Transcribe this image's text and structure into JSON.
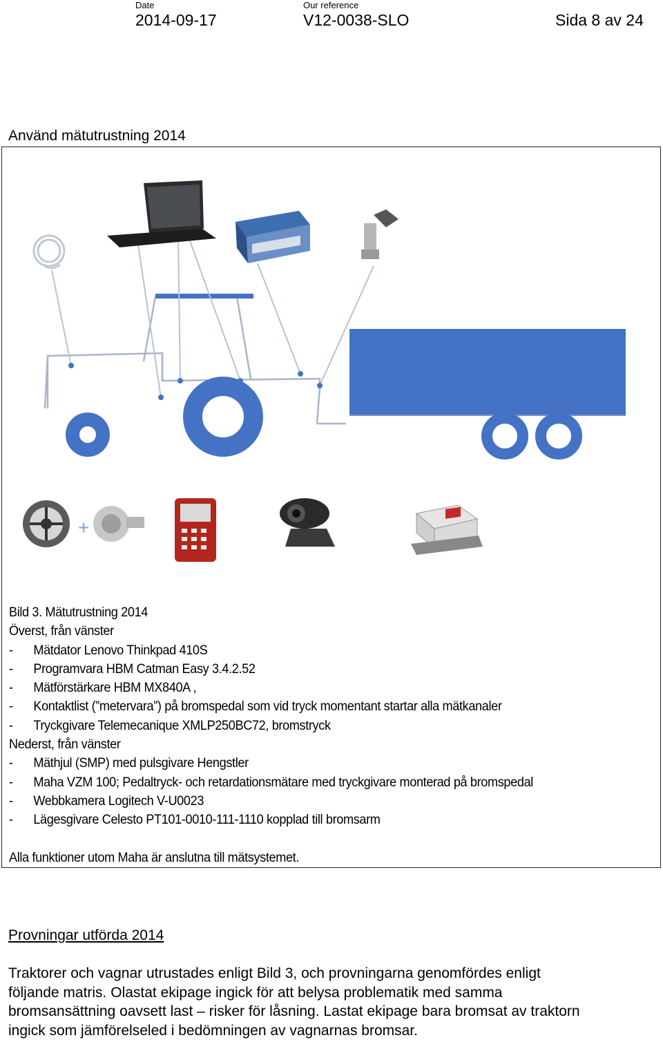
{
  "header": {
    "date_label": "Date",
    "date_value": "2014-09-17",
    "ref_label": "Our reference",
    "ref_value": "V12-0038-SLO",
    "page": "Sida 8 av 24"
  },
  "figure_title": "Använd mätutrustning 2014",
  "caption": {
    "title": "Bild 3. Mätutrustning 2014",
    "top_heading": "Överst, från vänster",
    "top_items": [
      "Mätdator Lenovo Thinkpad 410S",
      "Programvara HBM Catman Easy 3.4.2.52",
      "Mätförstärkare HBM MX840A ,",
      "Kontaktlist (”metervara”) på bromspedal som vid tryck momentant startar alla mätkanaler",
      "Tryckgivare Telemecanique XMLP250BC72, bromstryck"
    ],
    "bottom_heading": "Nederst, från vänster",
    "bottom_items": [
      "Mäthjul (SMP) med pulsgivare Hengstler",
      "Maha VZM 100; Pedaltryck- och retardationsmätare med tryckgivare monterad på bromspedal",
      "Webbkamera Logitech V-U0023",
      "Lägesgivare Celesto PT101-0010-111-1110 kopplad till bromsarm"
    ],
    "note": "Alla funktioner utom Maha är anslutna till mätsystemet."
  },
  "section": {
    "title": "Provningar utförda 2014",
    "lines": [
      "Traktorer och vagnar utrustades enligt Bild 3, och provningarna genomfördes enligt",
      "följande matris. Olastat ekipage ingick för att belysa problematik med samma",
      "bromsansättning oavsett last – risker för låsning. Lastat ekipage bara bromsat av traktorn",
      "ingick som jämförelseled i bedömningen av vagnarnas bromsar."
    ]
  },
  "colors": {
    "diagram_blue": "#4472c4",
    "diagram_line": "#9aa8bd"
  }
}
